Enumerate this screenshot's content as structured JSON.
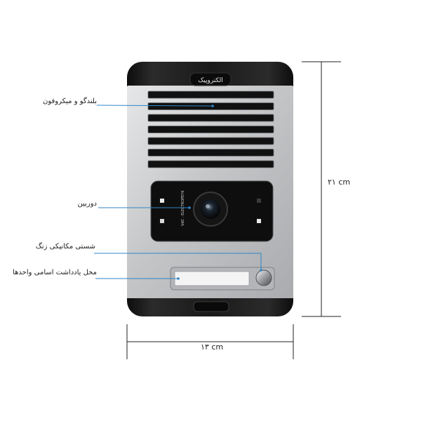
{
  "device": {
    "logo_text": "الکتروپیک",
    "camera_text": "VdC - ELECTROPEYK",
    "speaker_slot_count": 7
  },
  "annotations": [
    {
      "id": "speaker",
      "label": "بلندگو و میکروفون"
    },
    {
      "id": "camera",
      "label": "دوربین"
    },
    {
      "id": "button",
      "label": "شستی مکانیکی زنگ"
    },
    {
      "id": "nameplate",
      "label": "محل یادداشت اسامی واحدها"
    }
  ],
  "dimensions": {
    "height": "۲۱ cm",
    "width": "۱۳ cm"
  },
  "colors": {
    "leader_line": "#2f86c8",
    "body_black": "#1c1c1c",
    "faceplate_silver": "#c8cacc"
  }
}
